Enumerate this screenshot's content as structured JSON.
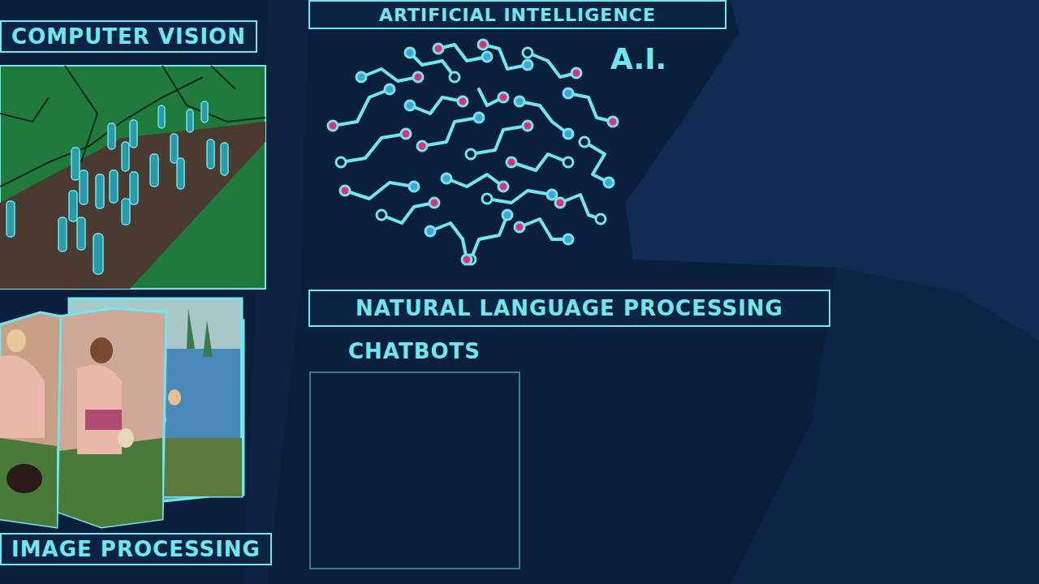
{
  "diagram": {
    "nodes": [
      {
        "text": [
          "ARTIFICIAL INTELLIGENCE"
        ]
      },
      {
        "text": [
          "COMPUTER VISION"
        ]
      },
      {
        "text": [
          "NATURAL LANGUAGE PROCESSING"
        ]
      },
      {
        "text": [
          "CHATBOTS"
        ]
      },
      {
        "text": [
          "IMAGE PROCESSING"
        ]
      }
    ],
    "labels": [
      "A.I."
    ]
  }
}
